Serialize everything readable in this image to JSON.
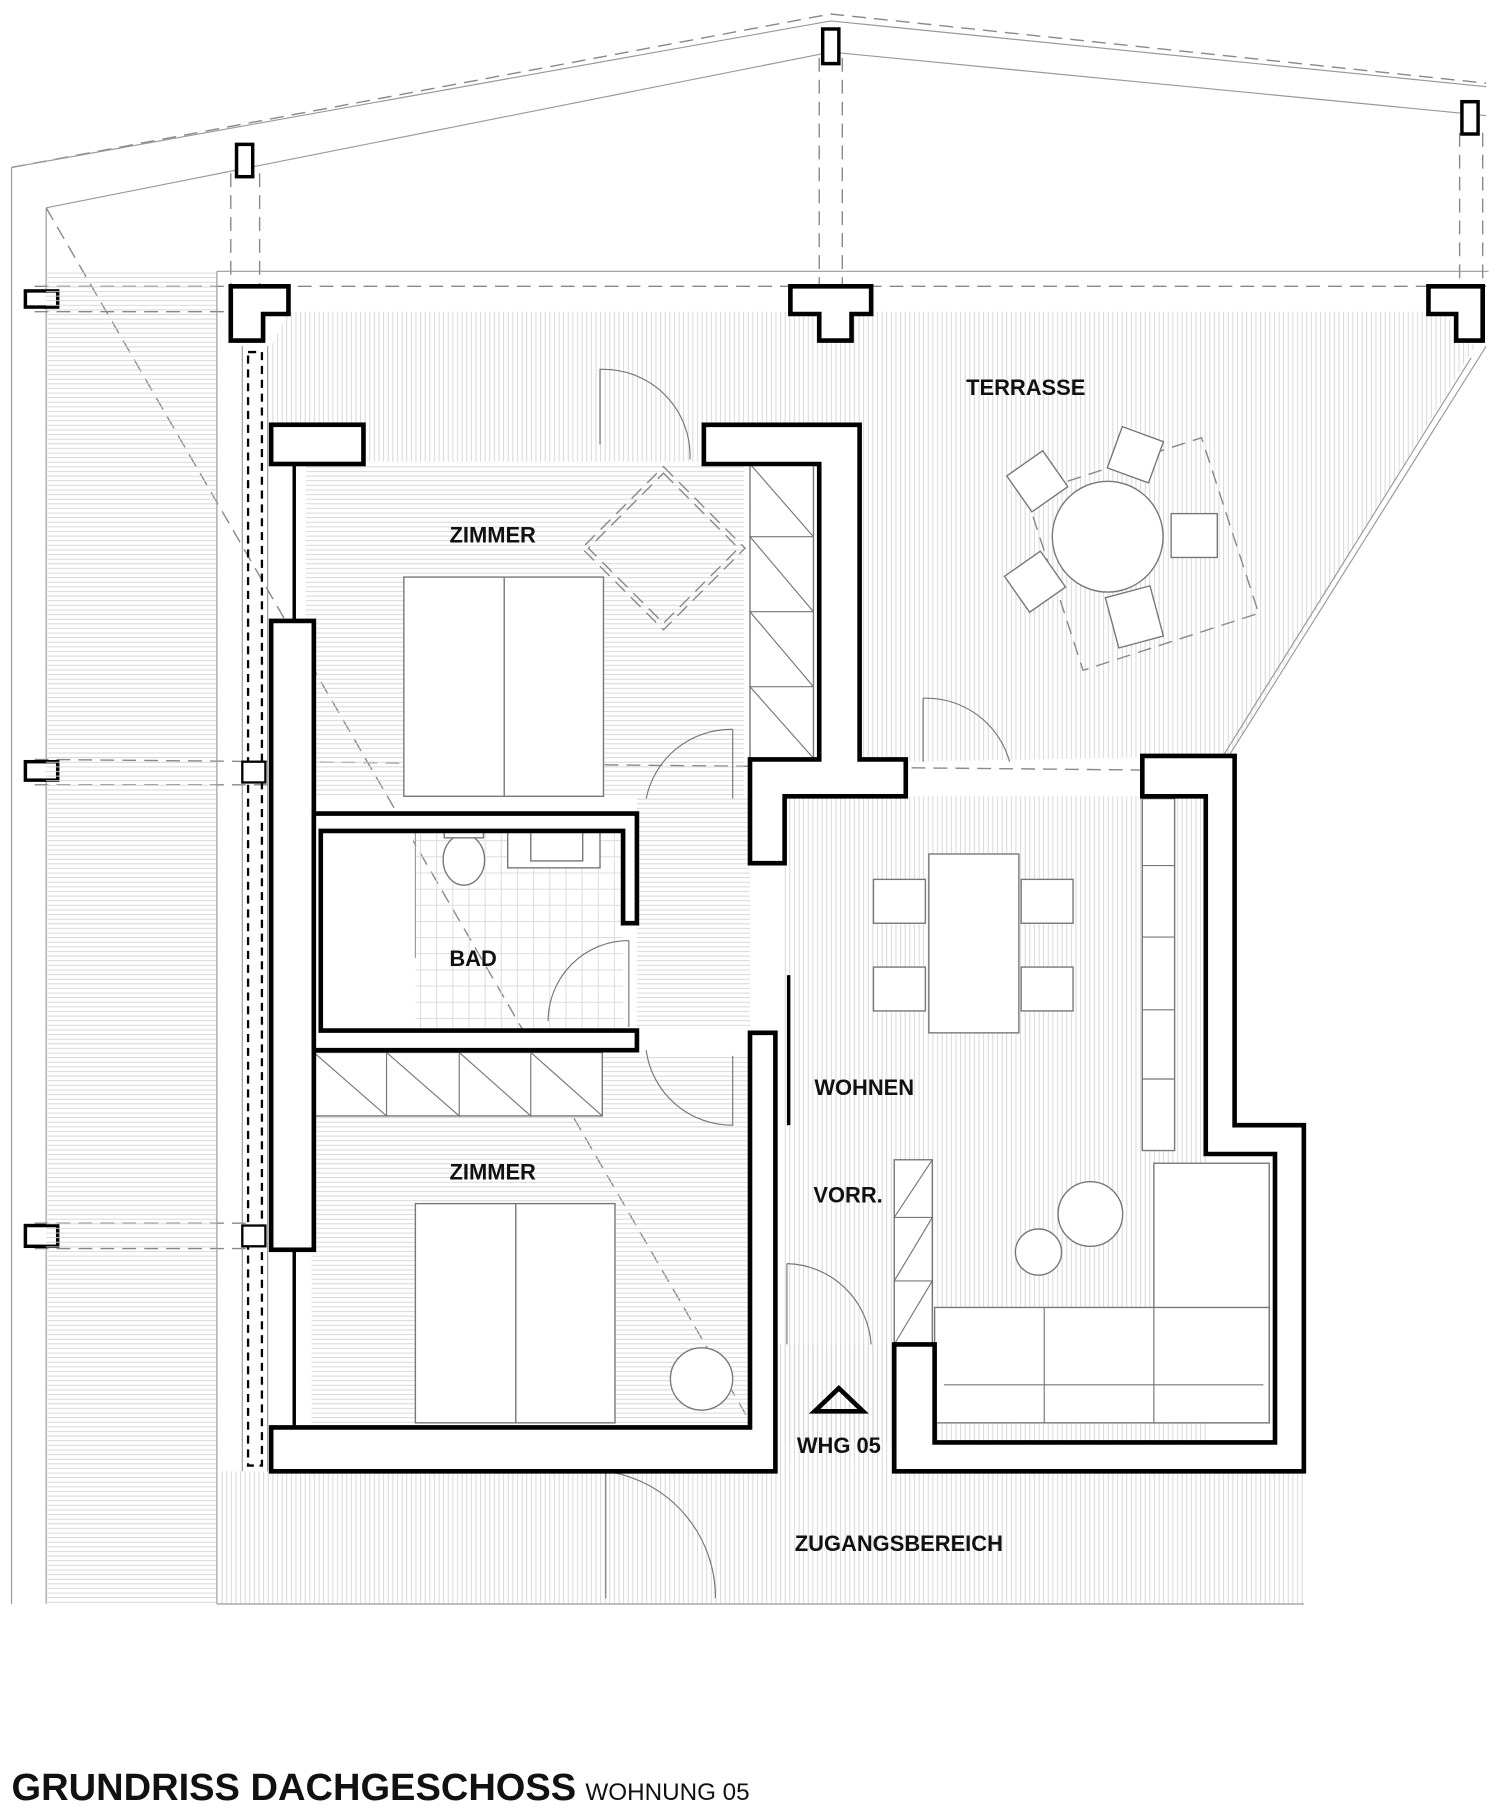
{
  "title": {
    "main": "GRUNDRISS DACHGESCHOSS",
    "sub": "WOHNUNG 05"
  },
  "rooms": {
    "terrasse": "TERRASSE",
    "zimmer_top": "ZIMMER",
    "bad": "BAD",
    "wohnen": "WOHNEN",
    "zimmer_bottom": "ZIMMER",
    "vorraum": "VORR.",
    "entrance": "WHG 05",
    "zugang": "ZUGANGSBEREICH"
  },
  "colors": {
    "wall": "#000000",
    "hatch": "#cccccc",
    "line": "#888888"
  }
}
